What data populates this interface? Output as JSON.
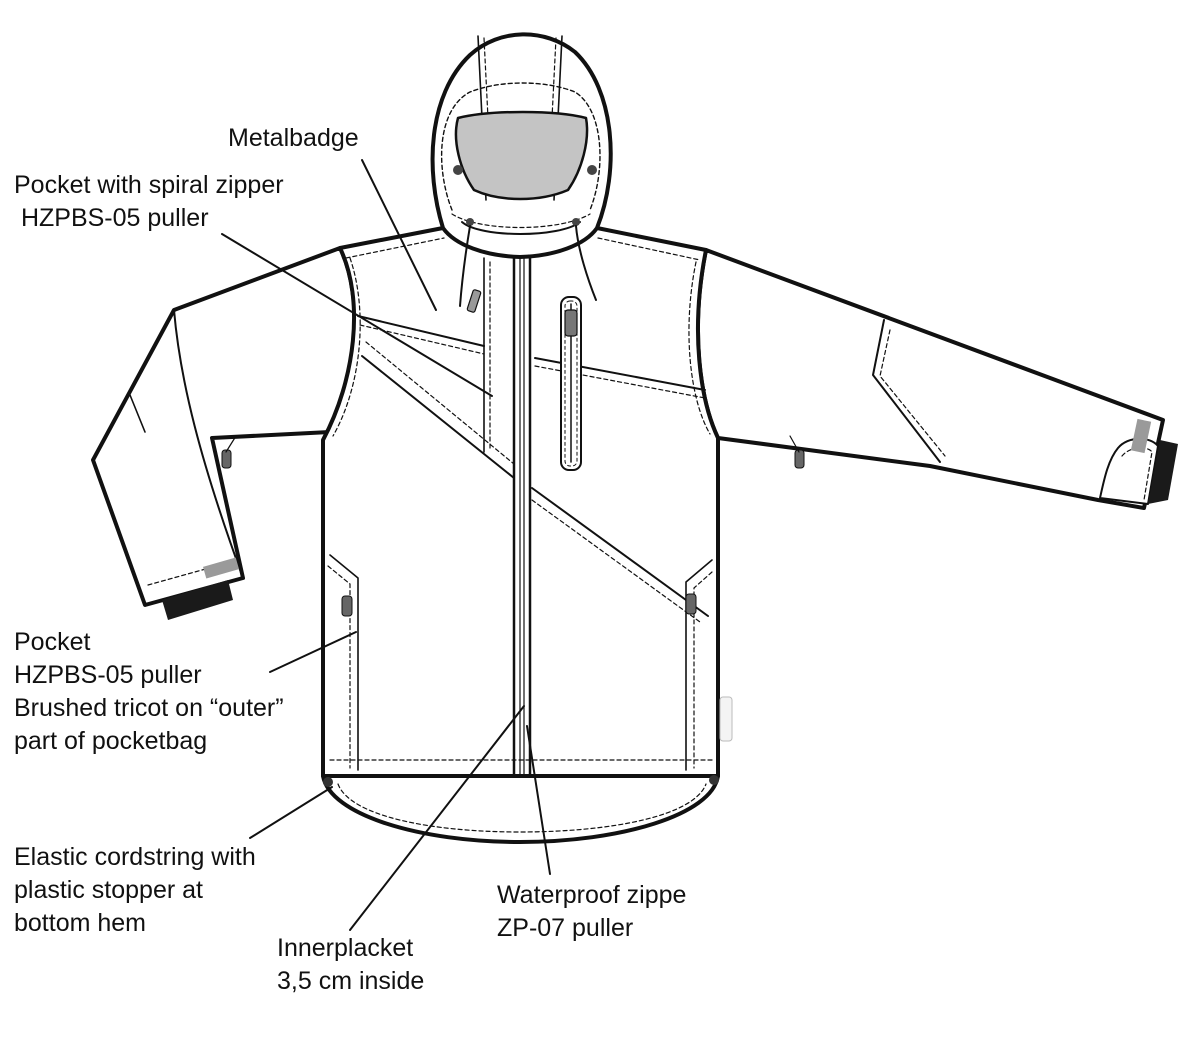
{
  "callouts": {
    "metalbadge": {
      "lines": [
        "Metalbadge"
      ]
    },
    "pocket_spiral": {
      "lines": [
        "Pocket with spiral zipper",
        " HZPBS-05 puller"
      ]
    },
    "pocket": {
      "lines": [
        "Pocket",
        "HZPBS-05 puller",
        "Brushed tricot on “outer”",
        "part of pocketbag"
      ]
    },
    "cordstring": {
      "lines": [
        "Elastic cordstring with",
        "plastic stopper at",
        "bottom hem"
      ]
    },
    "innerplacket": {
      "lines": [
        "Innerplacket",
        "3,5 cm inside"
      ]
    },
    "zipper": {
      "lines": [
        "Waterproof zippe",
        "ZP-07 puller"
      ]
    }
  },
  "colors": {
    "outline": "#111111",
    "hood_panel": "#c4c4c4",
    "reflective": "#9a9a9a",
    "cuff": "#1a1a1a"
  }
}
